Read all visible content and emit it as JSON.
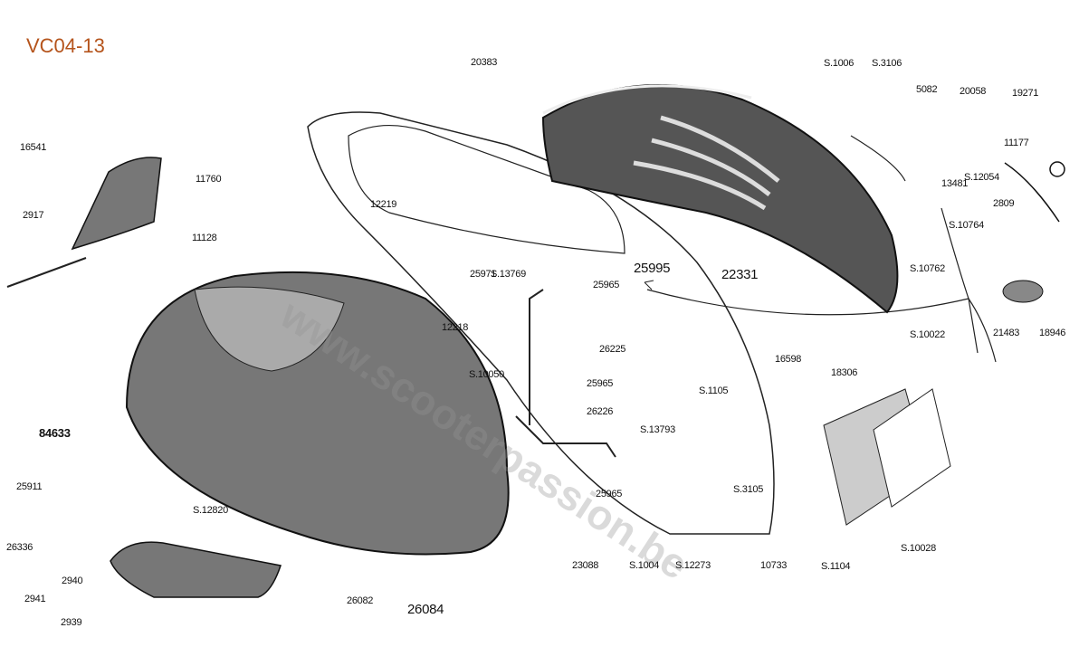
{
  "title": "VC04-13",
  "watermark": "www.scooterpassion.be",
  "part_labels": [
    "16541",
    "11760",
    "2917",
    "11128",
    "12219",
    "25971",
    "S.13769",
    "25995",
    "25965",
    "12218",
    "26225",
    "S.10050",
    "25965",
    "26226",
    "84633",
    "S.13793",
    "S.1105",
    "16598",
    "18306",
    "S.10022",
    "25911",
    "S.12820",
    "26336",
    "25965",
    "S.3105",
    "23088",
    "S.1004",
    "S.12273",
    "10733",
    "S.1104",
    "S.10028",
    "2940",
    "26082",
    "26084",
    "2941",
    "2939",
    "20383",
    "S.1006",
    "S.3106",
    "5082",
    "20058",
    "19271",
    "11177",
    "13481",
    "S.12054",
    "2809",
    "S.10764",
    "S.10762",
    "22331",
    "21483",
    "18946"
  ],
  "colors": {
    "title": "#b5541c",
    "ink": "#111111"
  }
}
